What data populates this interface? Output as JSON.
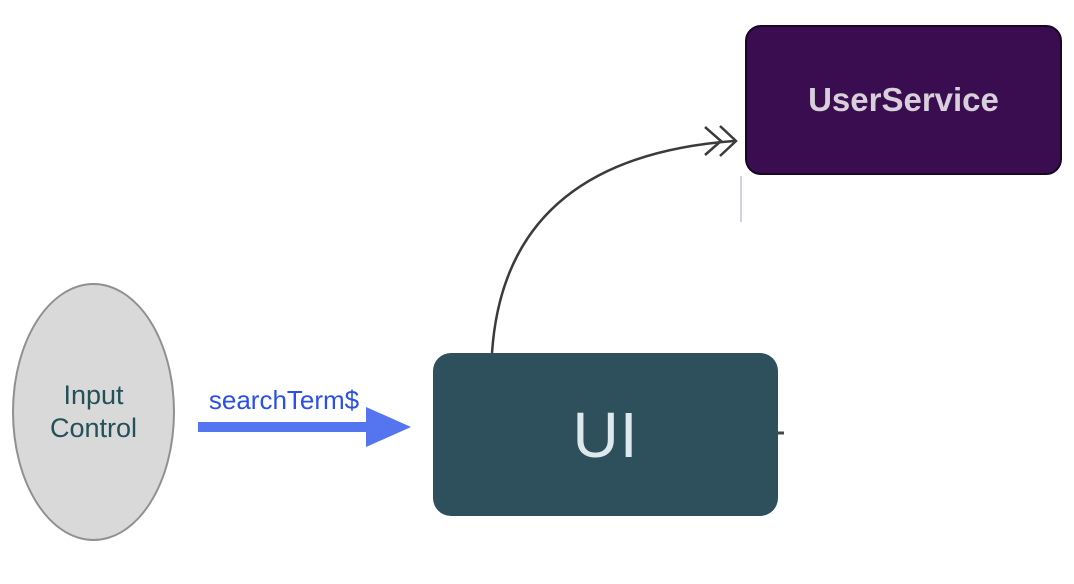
{
  "diagram": {
    "title": "",
    "nodes": {
      "input_control": {
        "type": "ellipse",
        "lines": [
          "Input",
          "Control"
        ],
        "fill": "#d9d9d9",
        "stroke": "#909090",
        "text_color": "#235059"
      },
      "ui": {
        "type": "rounded-rect",
        "label": "UI",
        "fill": "#2e505c",
        "text_color": "#dde9ec"
      },
      "user_service": {
        "type": "rounded-rect",
        "label": "UserService",
        "fill": "#3a0d50",
        "stroke": "#1a0526",
        "text_color": "#d7d0da"
      }
    },
    "edges": [
      {
        "from": "input_control",
        "to": "ui",
        "label": "searchTerm$",
        "color": "#5474f0",
        "label_color": "#2b50e8",
        "style": "thick-solid-triangle-arrow"
      },
      {
        "from": "ui",
        "to": "user_service",
        "label": "",
        "color": "#3b3b3b",
        "style": "curved-double-chevron-arrow"
      }
    ]
  },
  "colors": {
    "background": "#ffffff",
    "faint_connector": "#d9cfe4",
    "tick_mark": "#474747"
  }
}
